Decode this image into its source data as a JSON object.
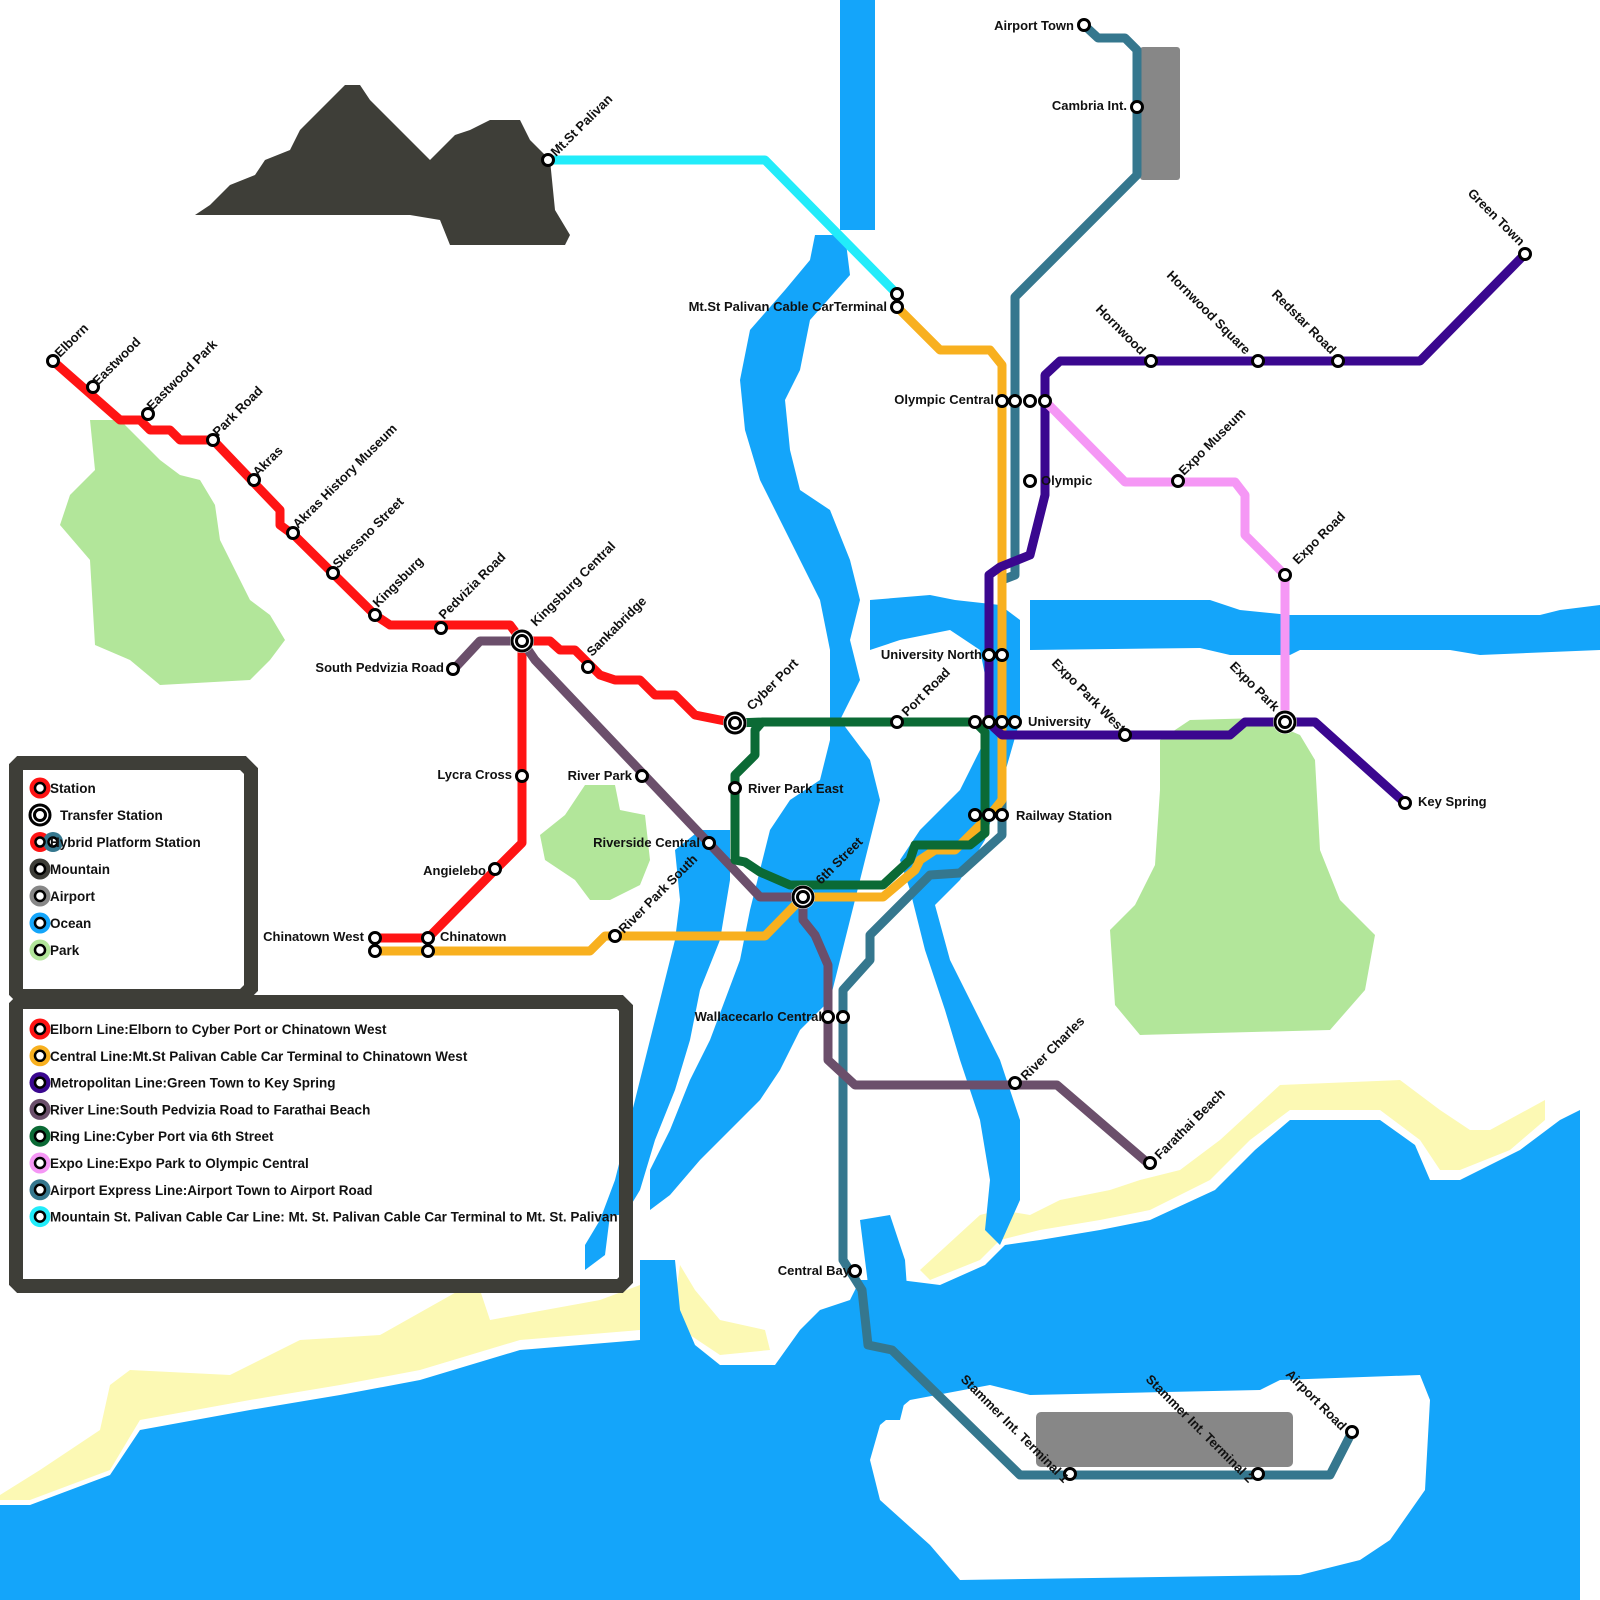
{
  "colors": {
    "water": "#14a5fa",
    "park": "#b2e69a",
    "mountain": "#3e3e38",
    "airport": "#878787",
    "sand": "#fcf9b4",
    "frame": "#3e3e38",
    "elborn": "#ff1414",
    "central": "#f8b01f",
    "metropolitan": "#3a078f",
    "river": "#6b4f6b",
    "ring": "#0b6a35",
    "expo": "#f597f5",
    "airport_express": "#35778e",
    "cable": "#22ecfa"
  },
  "stations": {
    "elborn": "Elborn",
    "eastwood": "Eastwood",
    "eastwood_park": "Eastwood Park",
    "park_road": "Park Road",
    "akras": "Akras",
    "akras_museum": "Akras History Museum",
    "skessno": "Skessno Street",
    "kingsburg": "Kingsburg",
    "pedvizia_road": "Pedvizia Road",
    "kingsburg_central": "Kingsburg Central",
    "sankabridge": "Sankabridge",
    "cyber_port": "Cyber Port",
    "south_pedvizia": "South Pedvizia Road",
    "lycra_cross": "Lycra Cross",
    "angielebo": "Angielebo",
    "chinatown_west": "Chinatown West",
    "chinatown": "Chinatown",
    "river_park": "River Park",
    "riverside_central": "Riverside Central",
    "river_park_south": "River Park South",
    "river_park_east": "River Park East",
    "sixth_street": "6th Street",
    "port_road": "Port Road",
    "university_north": "University North",
    "university": "University",
    "railway_station": "Railway Station",
    "wallacecarlo": "Wallacecarlo Central",
    "river_charles": "River Charles",
    "farathai": "Farathai Beach",
    "central_bay": "Central Bay",
    "stammer_t1": "Stammer Int. Terminal 1",
    "stammer_t2": "Stammer Int. Terminal 2",
    "airport_road": "Airport Road",
    "airport_town": "Airport Town",
    "cambria": "Cambria Int.",
    "mt_palivan": "Mt.St Palivan",
    "cable_terminal": "Mt.St Palivan Cable CarTerminal",
    "olympic_central": "Olympic Central",
    "olympic": "Olympic",
    "hornwood": "Hornwood",
    "hornwood_square": "Hornwood Square",
    "redstar": "Redstar Road",
    "green_town": "Green Town",
    "expo_museum": "Expo Museum",
    "expo_road": "Expo Road",
    "expo_park": "Expo Park",
    "expo_park_west": "Expo Park West",
    "key_spring": "Key Spring"
  },
  "legend_symbols": [
    {
      "label": "Station"
    },
    {
      "label": "Transfer Station"
    },
    {
      "label": "Hybrid Platform Station"
    },
    {
      "label": "Mountain"
    },
    {
      "label": "Airport"
    },
    {
      "label": "Ocean"
    },
    {
      "label": "Park"
    }
  ],
  "legend_lines": [
    {
      "label": "Elborn Line:Elborn to Cyber Port or Chinatown West",
      "color": "#ff1414"
    },
    {
      "label": "Central Line:Mt.St Palivan Cable Car Terminal to Chinatown West",
      "color": "#f8b01f"
    },
    {
      "label": "Metropolitan Line:Green Town to Key Spring",
      "color": "#3a078f"
    },
    {
      "label": "River Line:South Pedvizia Road to Farathai Beach",
      "color": "#6b4f6b"
    },
    {
      "label": "Ring Line:Cyber Port via 6th Street",
      "color": "#0b6a35"
    },
    {
      "label": "Expo Line:Expo Park to Olympic Central",
      "color": "#f597f5"
    },
    {
      "label": "Airport Express Line:Airport Town to Airport Road",
      "color": "#35778e"
    },
    {
      "label": "Mountain St. Palivan Cable Car Line: Mt. St. Palivan Cable Car Terminal to Mt. St. Palivan",
      "color": "#22ecfa"
    }
  ]
}
